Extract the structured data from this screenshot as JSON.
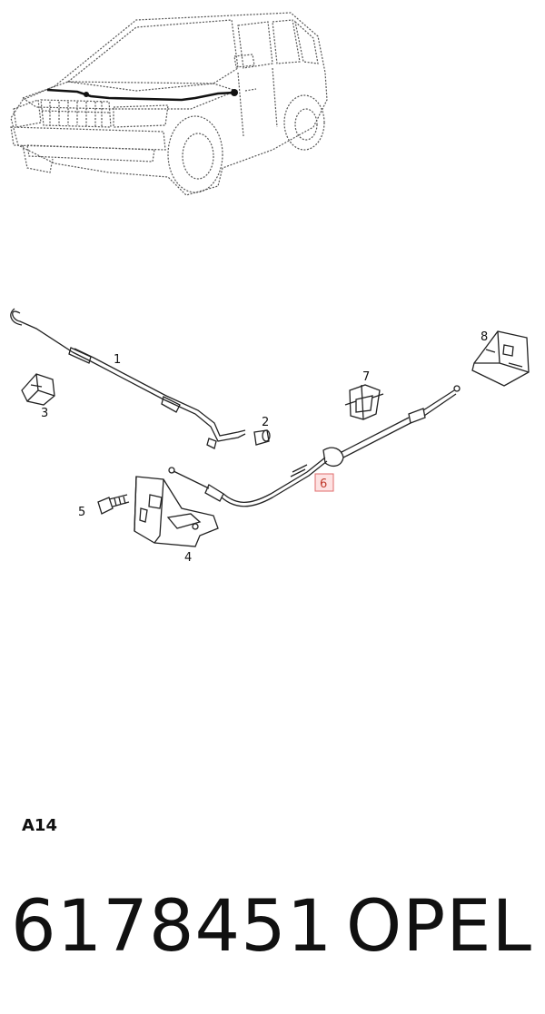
{
  "diagram": {
    "callouts": [
      {
        "id": "1",
        "label": "1",
        "highlighted": false
      },
      {
        "id": "2",
        "label": "2",
        "highlighted": false
      },
      {
        "id": "3",
        "label": "3",
        "highlighted": false
      },
      {
        "id": "4",
        "label": "4",
        "highlighted": false
      },
      {
        "id": "5",
        "label": "5",
        "highlighted": false
      },
      {
        "id": "6",
        "label": "6",
        "highlighted": true
      },
      {
        "id": "7",
        "label": "7",
        "highlighted": false
      },
      {
        "id": "8",
        "label": "8",
        "highlighted": false
      }
    ],
    "highlight_color": "#e06b6b",
    "line_color": "#222222"
  },
  "footer": {
    "section_code": "A14",
    "part_number": "6178451",
    "brand": "OPEL"
  }
}
